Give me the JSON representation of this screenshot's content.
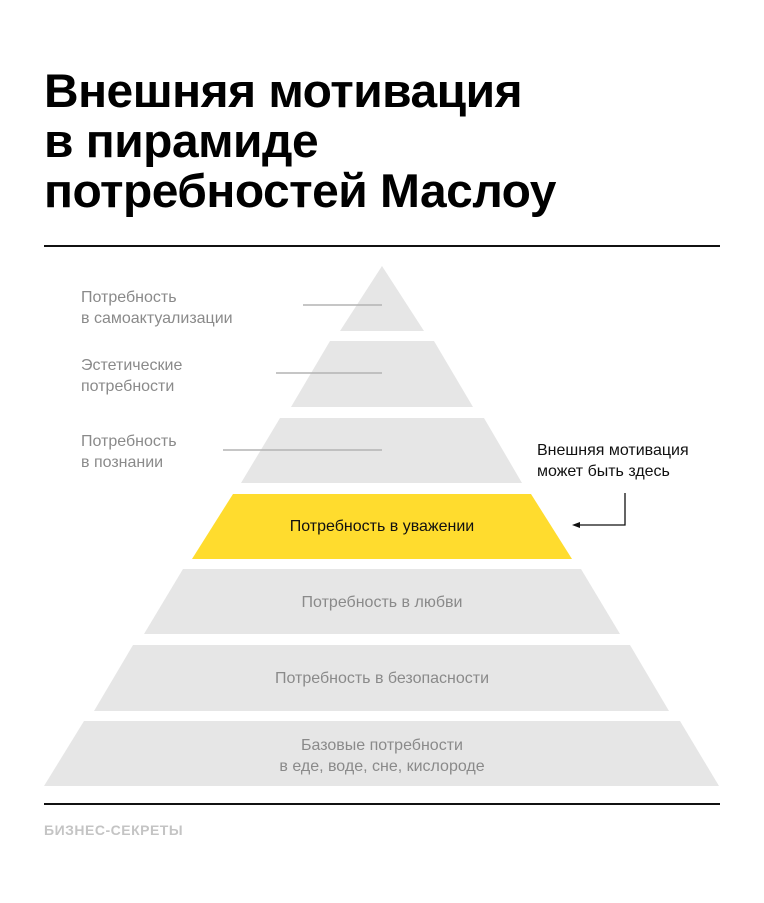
{
  "title": {
    "lines": [
      "Внешняя мотивация",
      "в пирамиде",
      "потребностей Маслоу"
    ]
  },
  "colors": {
    "tier_fill": "#e6e6e6",
    "highlight_fill": "#ffdc2e",
    "leader_line": "#b4b4b4",
    "label_gray": "#8a8a8a",
    "text_dark": "#111111",
    "rule": "#111111",
    "brand": "#c4c4c4"
  },
  "pyramid": {
    "tiers": [
      {
        "id": "self-actualization",
        "label_lines": [
          "Потребность",
          "в самоактуализации"
        ],
        "label_position": "left",
        "highlighted": false
      },
      {
        "id": "aesthetic",
        "label_lines": [
          "Эстетические",
          "потребности"
        ],
        "label_position": "left",
        "highlighted": false
      },
      {
        "id": "cognitive",
        "label_lines": [
          "Потребность",
          "в познании"
        ],
        "label_position": "left",
        "highlighted": false
      },
      {
        "id": "esteem",
        "label_lines": [
          "Потребность в уважении"
        ],
        "label_position": "inside",
        "highlighted": true
      },
      {
        "id": "love",
        "label_lines": [
          "Потребность в любви"
        ],
        "label_position": "inside",
        "highlighted": false
      },
      {
        "id": "safety",
        "label_lines": [
          "Потребность в безопасности"
        ],
        "label_position": "inside",
        "highlighted": false
      },
      {
        "id": "basic",
        "label_lines": [
          "Базовые потребности",
          "в еде, воде, сне, кислороде"
        ],
        "label_position": "inside",
        "highlighted": false
      }
    ]
  },
  "callout": {
    "lines": [
      "Внешняя мотивация",
      "может быть здесь"
    ],
    "arrow_target": "esteem",
    "arrow-icon": "arrow-left-icon"
  },
  "footer": {
    "brand": "БИЗНЕС-СЕКРЕТЫ"
  }
}
